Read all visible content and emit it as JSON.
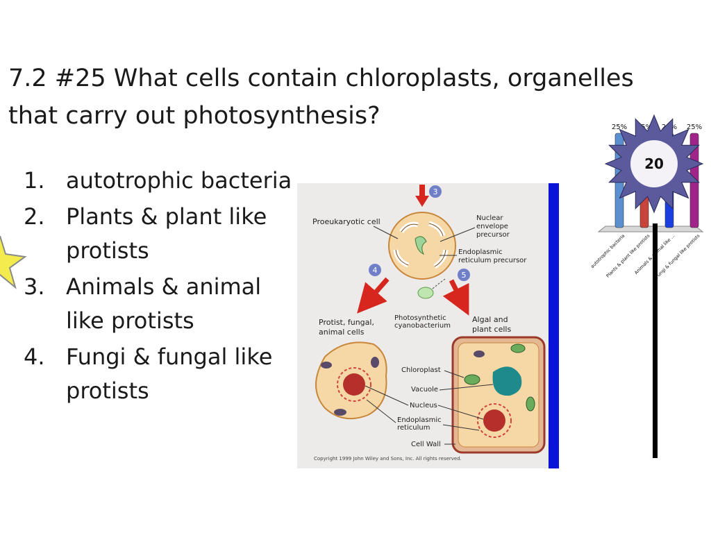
{
  "question": {
    "title_line1": "7.2 #25 What cells contain chloroplasts, organelles",
    "title_line2": "that carry out photosynthesis?"
  },
  "options": [
    {
      "num": "1.",
      "text": "autotrophic bacteria"
    },
    {
      "num": "2.",
      "text": "Plants & plant like protists"
    },
    {
      "num": "3.",
      "text": "Animals & animal like protists"
    },
    {
      "num": "4.",
      "text": "Fungi & fungal like protists"
    }
  ],
  "diagram": {
    "labels": {
      "prokaryotic": "Proeukaryotic cell",
      "nuclear1": "Nuclear",
      "nuclear2": "envelope",
      "nuclear3": "precursor",
      "er1": "Endoplasmic",
      "er2": "reticulum precursor",
      "protist1": "Protist, fungal,",
      "protist2": "animal cells",
      "photo1": "Photosynthetic",
      "photo2": "cyanobacterium",
      "algal1": "Algal and",
      "algal2": "plant cells",
      "chloroplast": "Chloroplast",
      "vacuole": "Vacuole",
      "nucleus": "Nucleus",
      "endo1": "Endoplasmic",
      "endo2": "reticulum",
      "cellwall": "Cell Wall",
      "copyright": "Copyright 1999 John Wiley and Sons, Inc. All rights reserved."
    },
    "step_numbers": [
      "3",
      "4",
      "5"
    ],
    "colors": {
      "cell_fill": "#f6d7a6",
      "cell_stroke": "#c8863a",
      "nucleus": "#b5302a",
      "chloroplast": "#6aab5c",
      "vacuole": "#1f8a8c",
      "arrow": "#d6261e",
      "badge": "#7080c8",
      "blue_bar": "#0a14d8"
    }
  },
  "countdown": {
    "value": "20"
  },
  "chart_data": {
    "type": "bar",
    "categories": [
      "autotrophic bacteria",
      "Plants & plant like protists",
      "Animals & animal like ...",
      "Fungi & fungal like protists"
    ],
    "values": [
      25,
      25,
      25,
      25
    ],
    "value_labels": [
      "25%",
      "25%",
      "25%",
      "25%"
    ],
    "colors": [
      "#5a8fd0",
      "#c8443a",
      "#1a3fe0",
      "#a0248a"
    ],
    "ylim": [
      0,
      25
    ]
  }
}
